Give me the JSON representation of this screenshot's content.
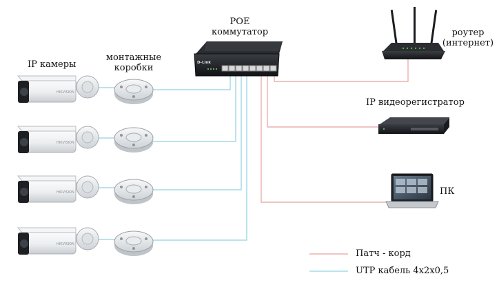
{
  "labels": {
    "ip_cameras": "IP камеры",
    "mount_boxes_line1": "монтажные",
    "mount_boxes_line2": "коробки",
    "poe_line1": "POE",
    "poe_line2": "коммутатор",
    "router_line1": "роутер",
    "router_line2": "(интернет)",
    "nvr": "IP видеорегистратор",
    "pc": "ПК"
  },
  "device_text": {
    "switch_brand": "D-Link",
    "camera_brand": "HIKVISION"
  },
  "legend": [
    {
      "label": "Патч - корд",
      "color": "#e8a0a0"
    },
    {
      "label": "UTP кабель 4x2x0,5",
      "color": "#8fd3e0"
    }
  ],
  "colors": {
    "patch_cord": "#e8a0a0",
    "utp": "#8fd3e0"
  }
}
